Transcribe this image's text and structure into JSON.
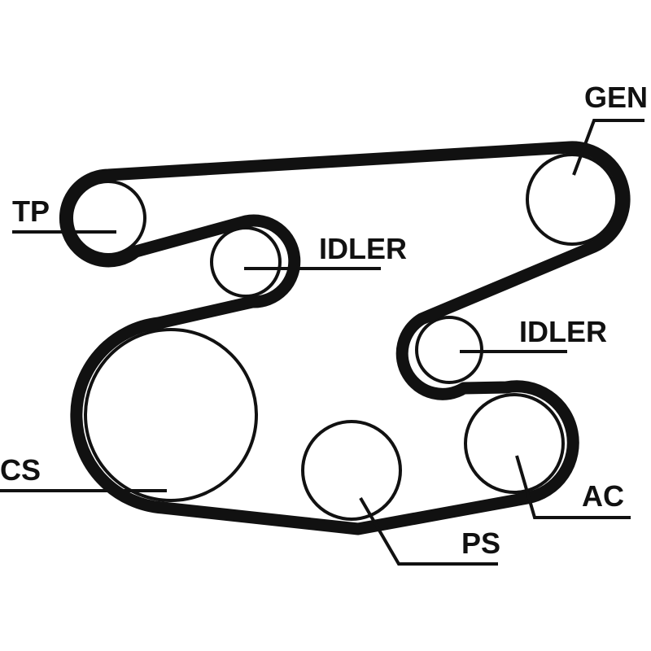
{
  "title": "Serpentine belt routing diagram",
  "colors": {
    "ink": "#111111",
    "background": "#ffffff"
  },
  "labels": {
    "gen": "GEN",
    "tp": "TP",
    "idler_upper": "IDLER",
    "idler_lower": "IDLER",
    "cs": "CS",
    "ps": "PS",
    "ac": "AC"
  }
}
